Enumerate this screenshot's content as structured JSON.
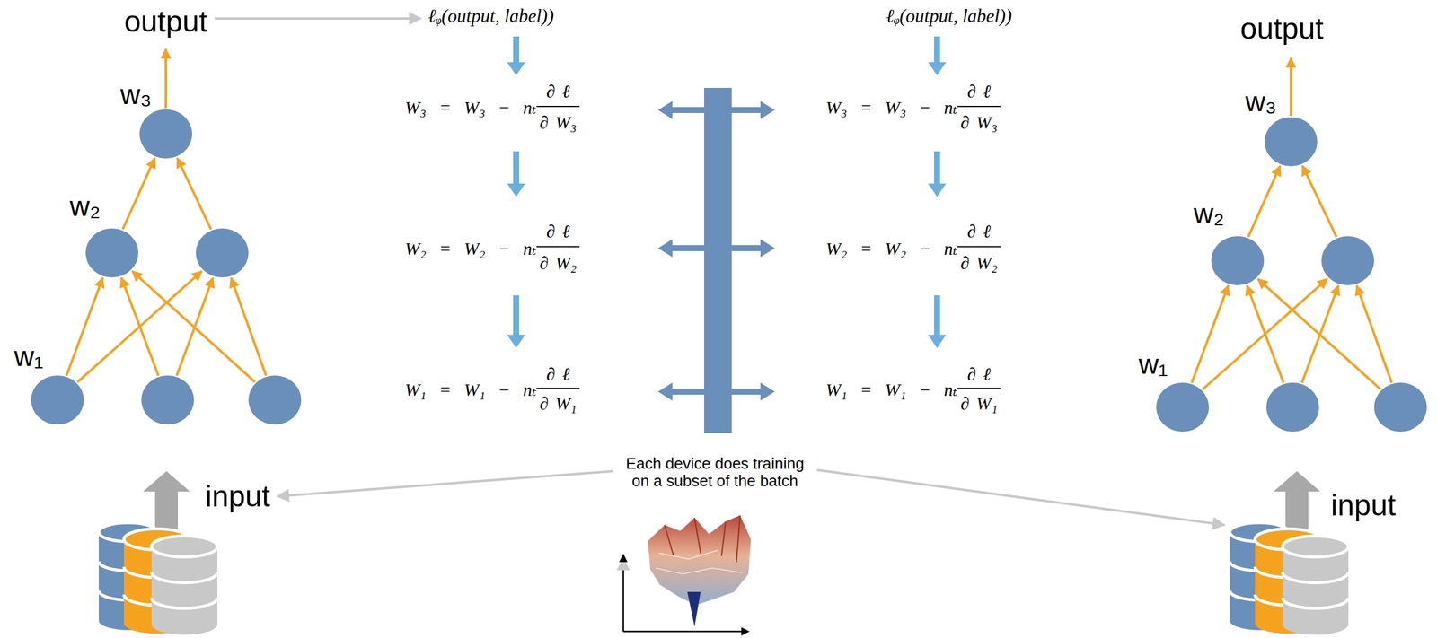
{
  "diagram": {
    "labels": [
      "output",
      "w₃",
      "w₂",
      "w₁",
      "input",
      "ℓᵩ(output, label))",
      "W₃ = W₃ − nₜ",
      "∂ ℓ",
      "∂ W₃",
      "W₂ = W₂ − nₜ",
      "∂ ℓ",
      "∂ W₂",
      "W₁ = W₁ − nₜ",
      "∂ ℓ",
      "∂ W₁",
      "Each device does training on a subset of the batch",
      "ℓᵩ(output, label))",
      "W₃ = W₃ − nₜ",
      "∂ ℓ",
      "∂ W₃",
      "W₂ = W₂ − nₜ",
      "∂ ℓ",
      "∂ W₂",
      "W₁ = W₁ − nₜ",
      "∂ ℓ",
      "∂ W₁",
      "output",
      "w₃",
      "w₂",
      "w₁",
      "input"
    ]
  }
}
